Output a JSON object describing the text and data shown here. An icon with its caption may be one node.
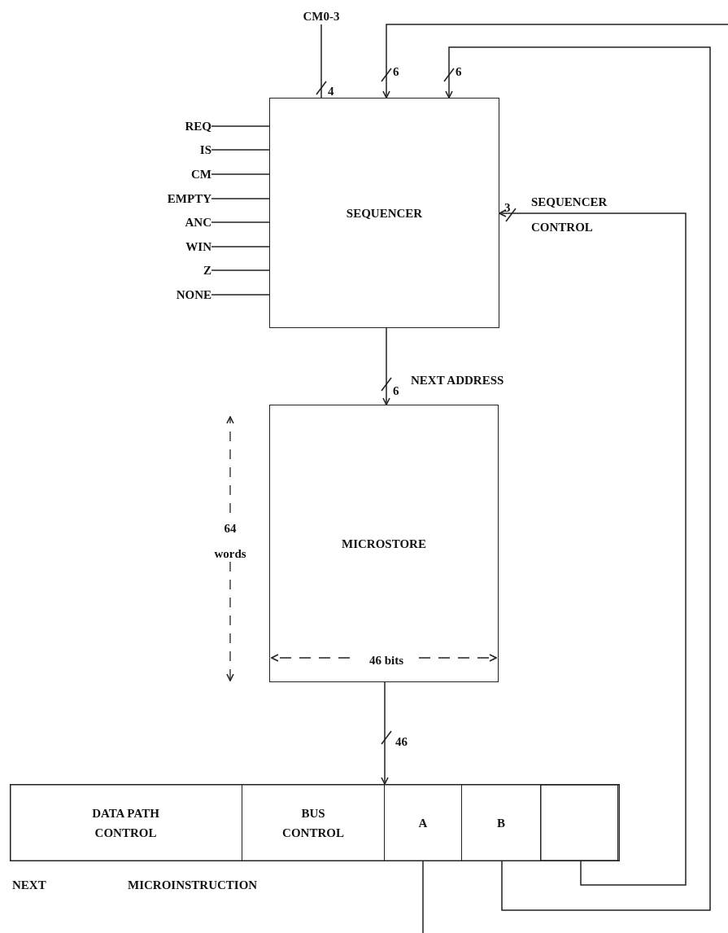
{
  "diagram": {
    "nodes": [
      {
        "text": [
          "CM0-3"
        ]
      },
      {
        "text": [
          "REQ"
        ]
      },
      {
        "text": [
          "IS"
        ]
      },
      {
        "text": [
          "CM"
        ]
      },
      {
        "text": [
          "EMPTY"
        ]
      },
      {
        "text": [
          "ANC"
        ]
      },
      {
        "text": [
          "WIN"
        ]
      },
      {
        "text": [
          "Z"
        ]
      },
      {
        "text": [
          "NONE"
        ]
      },
      {
        "text": [
          "SEQUENCER"
        ]
      },
      {
        "text": [
          "MICROSTORE"
        ]
      },
      {
        "text": [],
        "shape": "box"
      },
      {
        "text": [
          "DATA PATH CONTROL"
        ],
        "in": 11
      },
      {
        "text": [
          "BUS CONTROL"
        ],
        "in": 11
      },
      {
        "text": [
          "A"
        ],
        "in": 11
      },
      {
        "text": [
          "B"
        ],
        "in": 11
      },
      {
        "text": [],
        "shape": "box",
        "in": 11
      }
    ],
    "edges": [
      {
        "from": 0,
        "to": 9,
        "arrow": "none",
        "label": "4"
      },
      {
        "from": 1,
        "to": 9,
        "arrow": "none"
      },
      {
        "from": 2,
        "to": 9,
        "arrow": "none"
      },
      {
        "from": 3,
        "to": 9,
        "arrow": "none"
      },
      {
        "from": 4,
        "to": 9,
        "arrow": "none"
      },
      {
        "from": 5,
        "to": 9,
        "arrow": "none"
      },
      {
        "from": 6,
        "to": 9,
        "arrow": "none"
      },
      {
        "from": 7,
        "to": 9,
        "arrow": "none"
      },
      {
        "from": 8,
        "to": 9,
        "arrow": "none"
      },
      {
        "from": null,
        "to": 9,
        "arrow": "to",
        "label": "6"
      },
      {
        "from": 15,
        "to": 9,
        "arrow": "to",
        "label": "6"
      },
      {
        "from": 16,
        "to": 9,
        "arrow": "to",
        "label": "3"
      },
      {
        "from": 9,
        "to": 10,
        "arrow": "to",
        "label": "6"
      },
      {
        "from": 10,
        "to": 11,
        "arrow": "to",
        "label": "46"
      },
      {
        "from": 14,
        "to": null,
        "arrow": "none"
      }
    ],
    "labels": [
      "SEQUENCER CONTROL",
      "NEXT ADDRESS",
      "64 words",
      "46 bits",
      "NEXT",
      "MICROINSTRUCTION"
    ]
  }
}
